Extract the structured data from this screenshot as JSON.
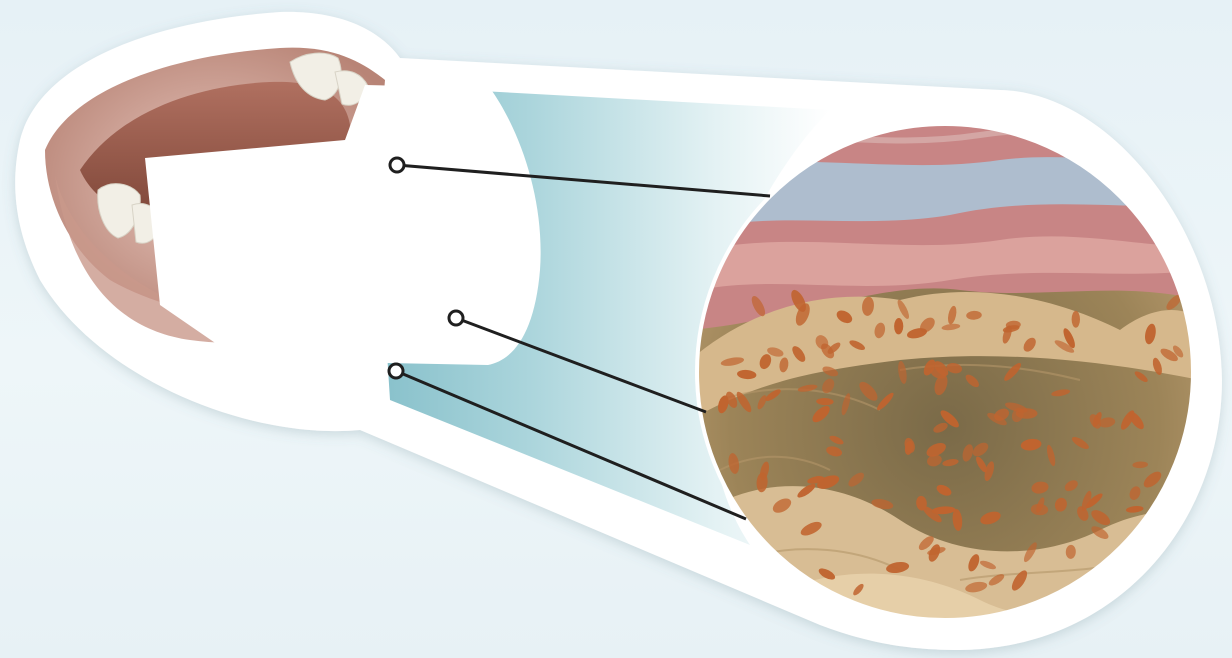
{
  "illustration": {
    "subject": "mouth-tongue-magnified",
    "icons": [
      "open-mouth-icon",
      "tongue-icon",
      "teeth-icon",
      "magnified-tissue-icon",
      "bacteria-icon"
    ],
    "colors": {
      "background": "#e9f3f7",
      "cone_teal": "#8cc6d0",
      "tongue": "#9c5f4e",
      "lips": "#c99a8c",
      "tissue_pink": "#c97c7c",
      "tissue_blue": "#a9c7da",
      "tissue_tan": "#caa57c",
      "bacteria": "#c0642f",
      "leader_line": "#1f1f1f"
    }
  },
  "labels": [
    {
      "id": "label-upper",
      "text": ""
    },
    {
      "id": "label-middle",
      "text": ""
    },
    {
      "id": "label-lower",
      "text": ""
    }
  ]
}
